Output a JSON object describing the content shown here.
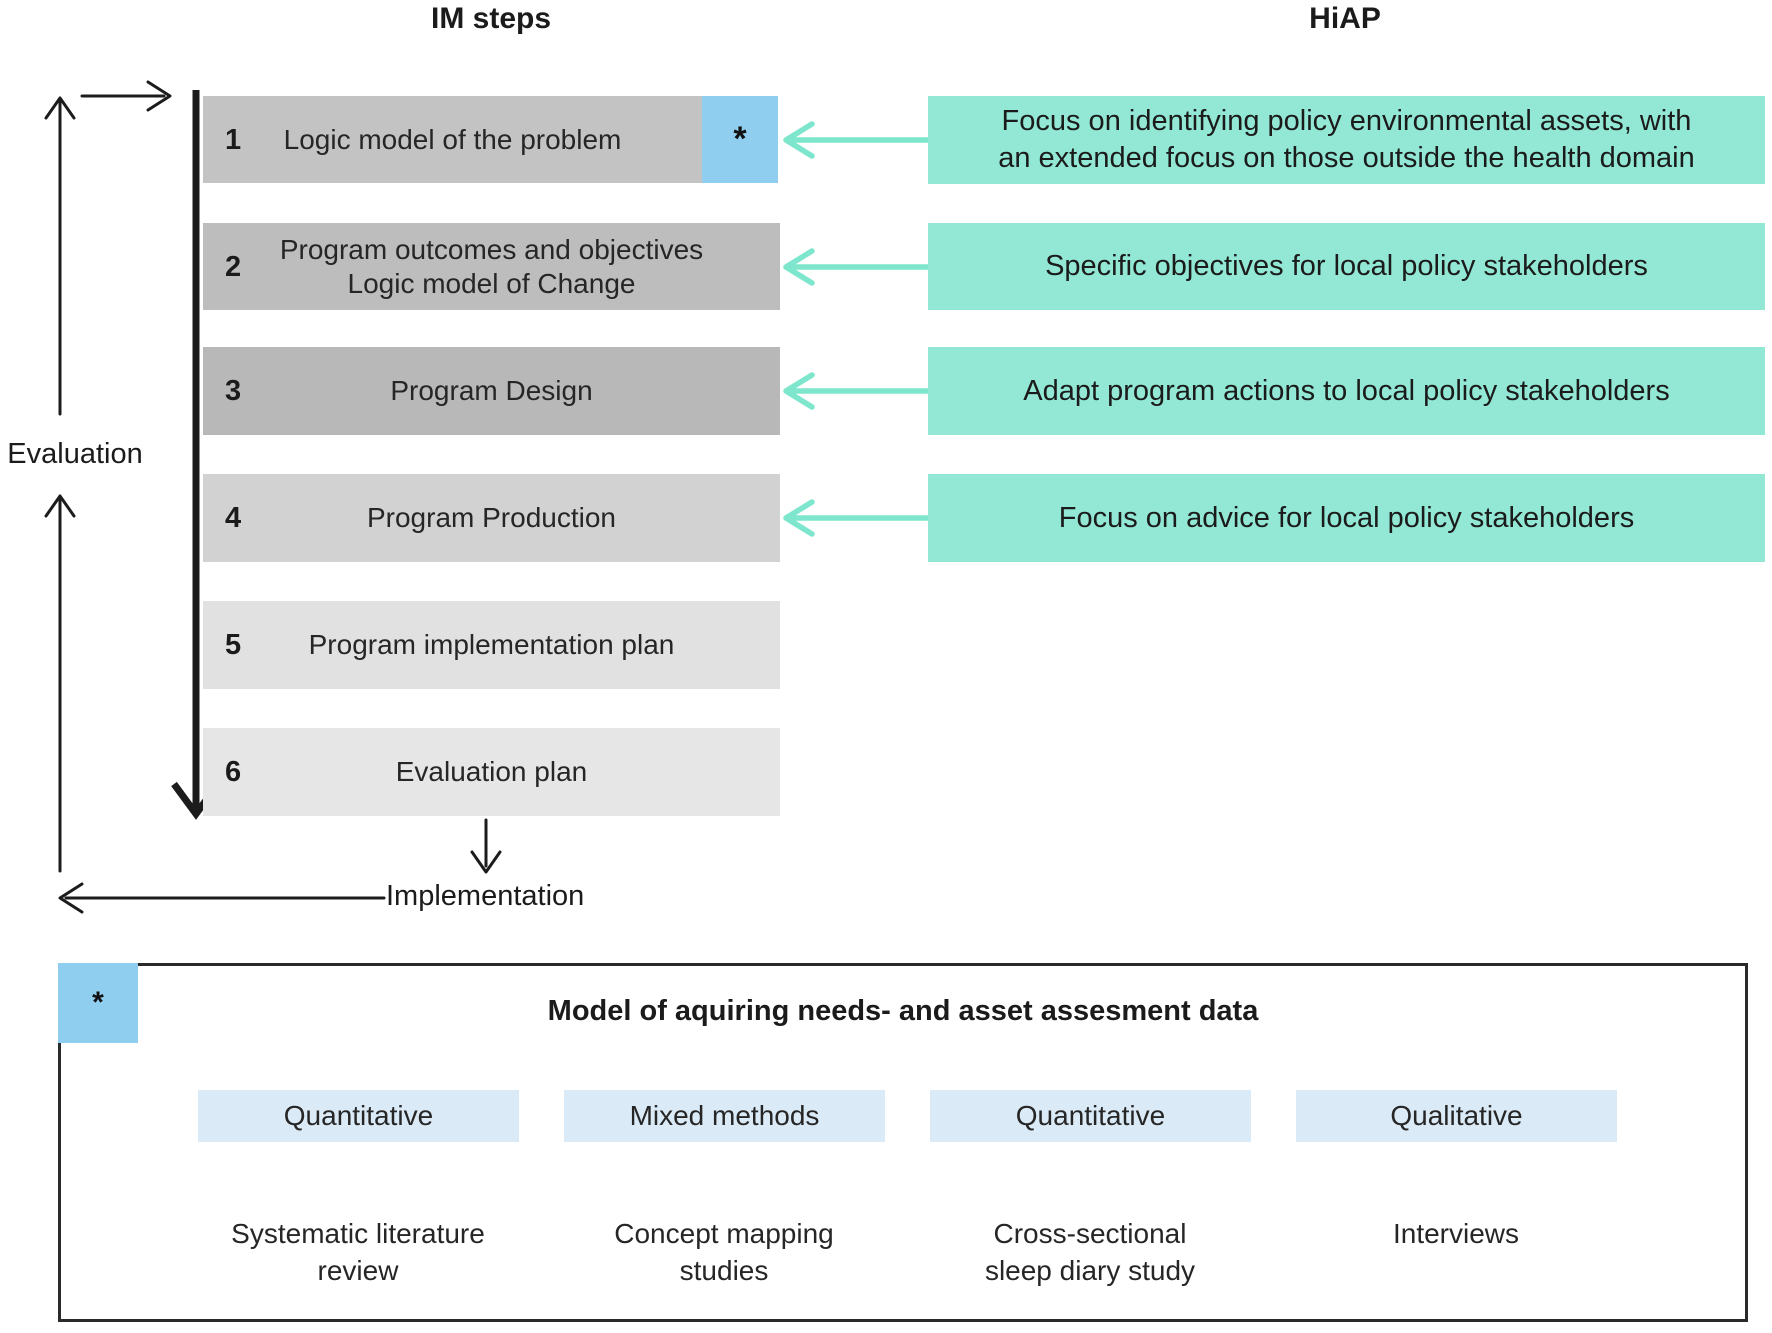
{
  "titles": {
    "left": "IM steps",
    "right": "HiAP"
  },
  "side_labels": {
    "evaluation": "Evaluation",
    "implementation": "Implementation"
  },
  "steps": [
    {
      "number": "1",
      "label": "Logic model of the problem",
      "asterisk": "*"
    },
    {
      "number": "2",
      "label": "Program outcomes and objectives\nLogic model of Change"
    },
    {
      "number": "3",
      "label": "Program Design"
    },
    {
      "number": "4",
      "label": "Program Production"
    },
    {
      "number": "5",
      "label": "Program implementation plan"
    },
    {
      "number": "6",
      "label": "Evaluation plan"
    }
  ],
  "hiap_boxes": [
    {
      "text": "Focus on identifying policy environmental assets, with\nan extended focus on those outside the health domain"
    },
    {
      "text": "Specific objectives for local policy stakeholders"
    },
    {
      "text": "Adapt program actions to local policy stakeholders"
    },
    {
      "text": "Focus on advice for local policy stakeholders"
    }
  ],
  "bottom_panel": {
    "asterisk": "*",
    "title": "Model of aquiring needs- and asset assesment data",
    "methods": [
      {
        "box": "Quantitative",
        "label": "Systematic literature\nreview"
      },
      {
        "box": "Mixed methods",
        "label": "Concept mapping\nstudies"
      },
      {
        "box": "Quantitative",
        "label": "Cross-sectional\nsleep diary study"
      },
      {
        "box": "Qualitative",
        "label": "Interviews"
      }
    ]
  },
  "colors": {
    "teal_box": "#92E8D5",
    "teal_arrow": "#7DE6CC",
    "blue_asterisk_box": "#90CEF0",
    "method_box": "#DAEAF6",
    "method_arrow": "#B9D8EF",
    "line_black": "#1C1C1C",
    "step_grays": [
      "#C3C3C3",
      "#BDBDBD",
      "#B8B8B8",
      "#D2D2D2",
      "#E1E1E1",
      "#E6E6E6"
    ]
  }
}
